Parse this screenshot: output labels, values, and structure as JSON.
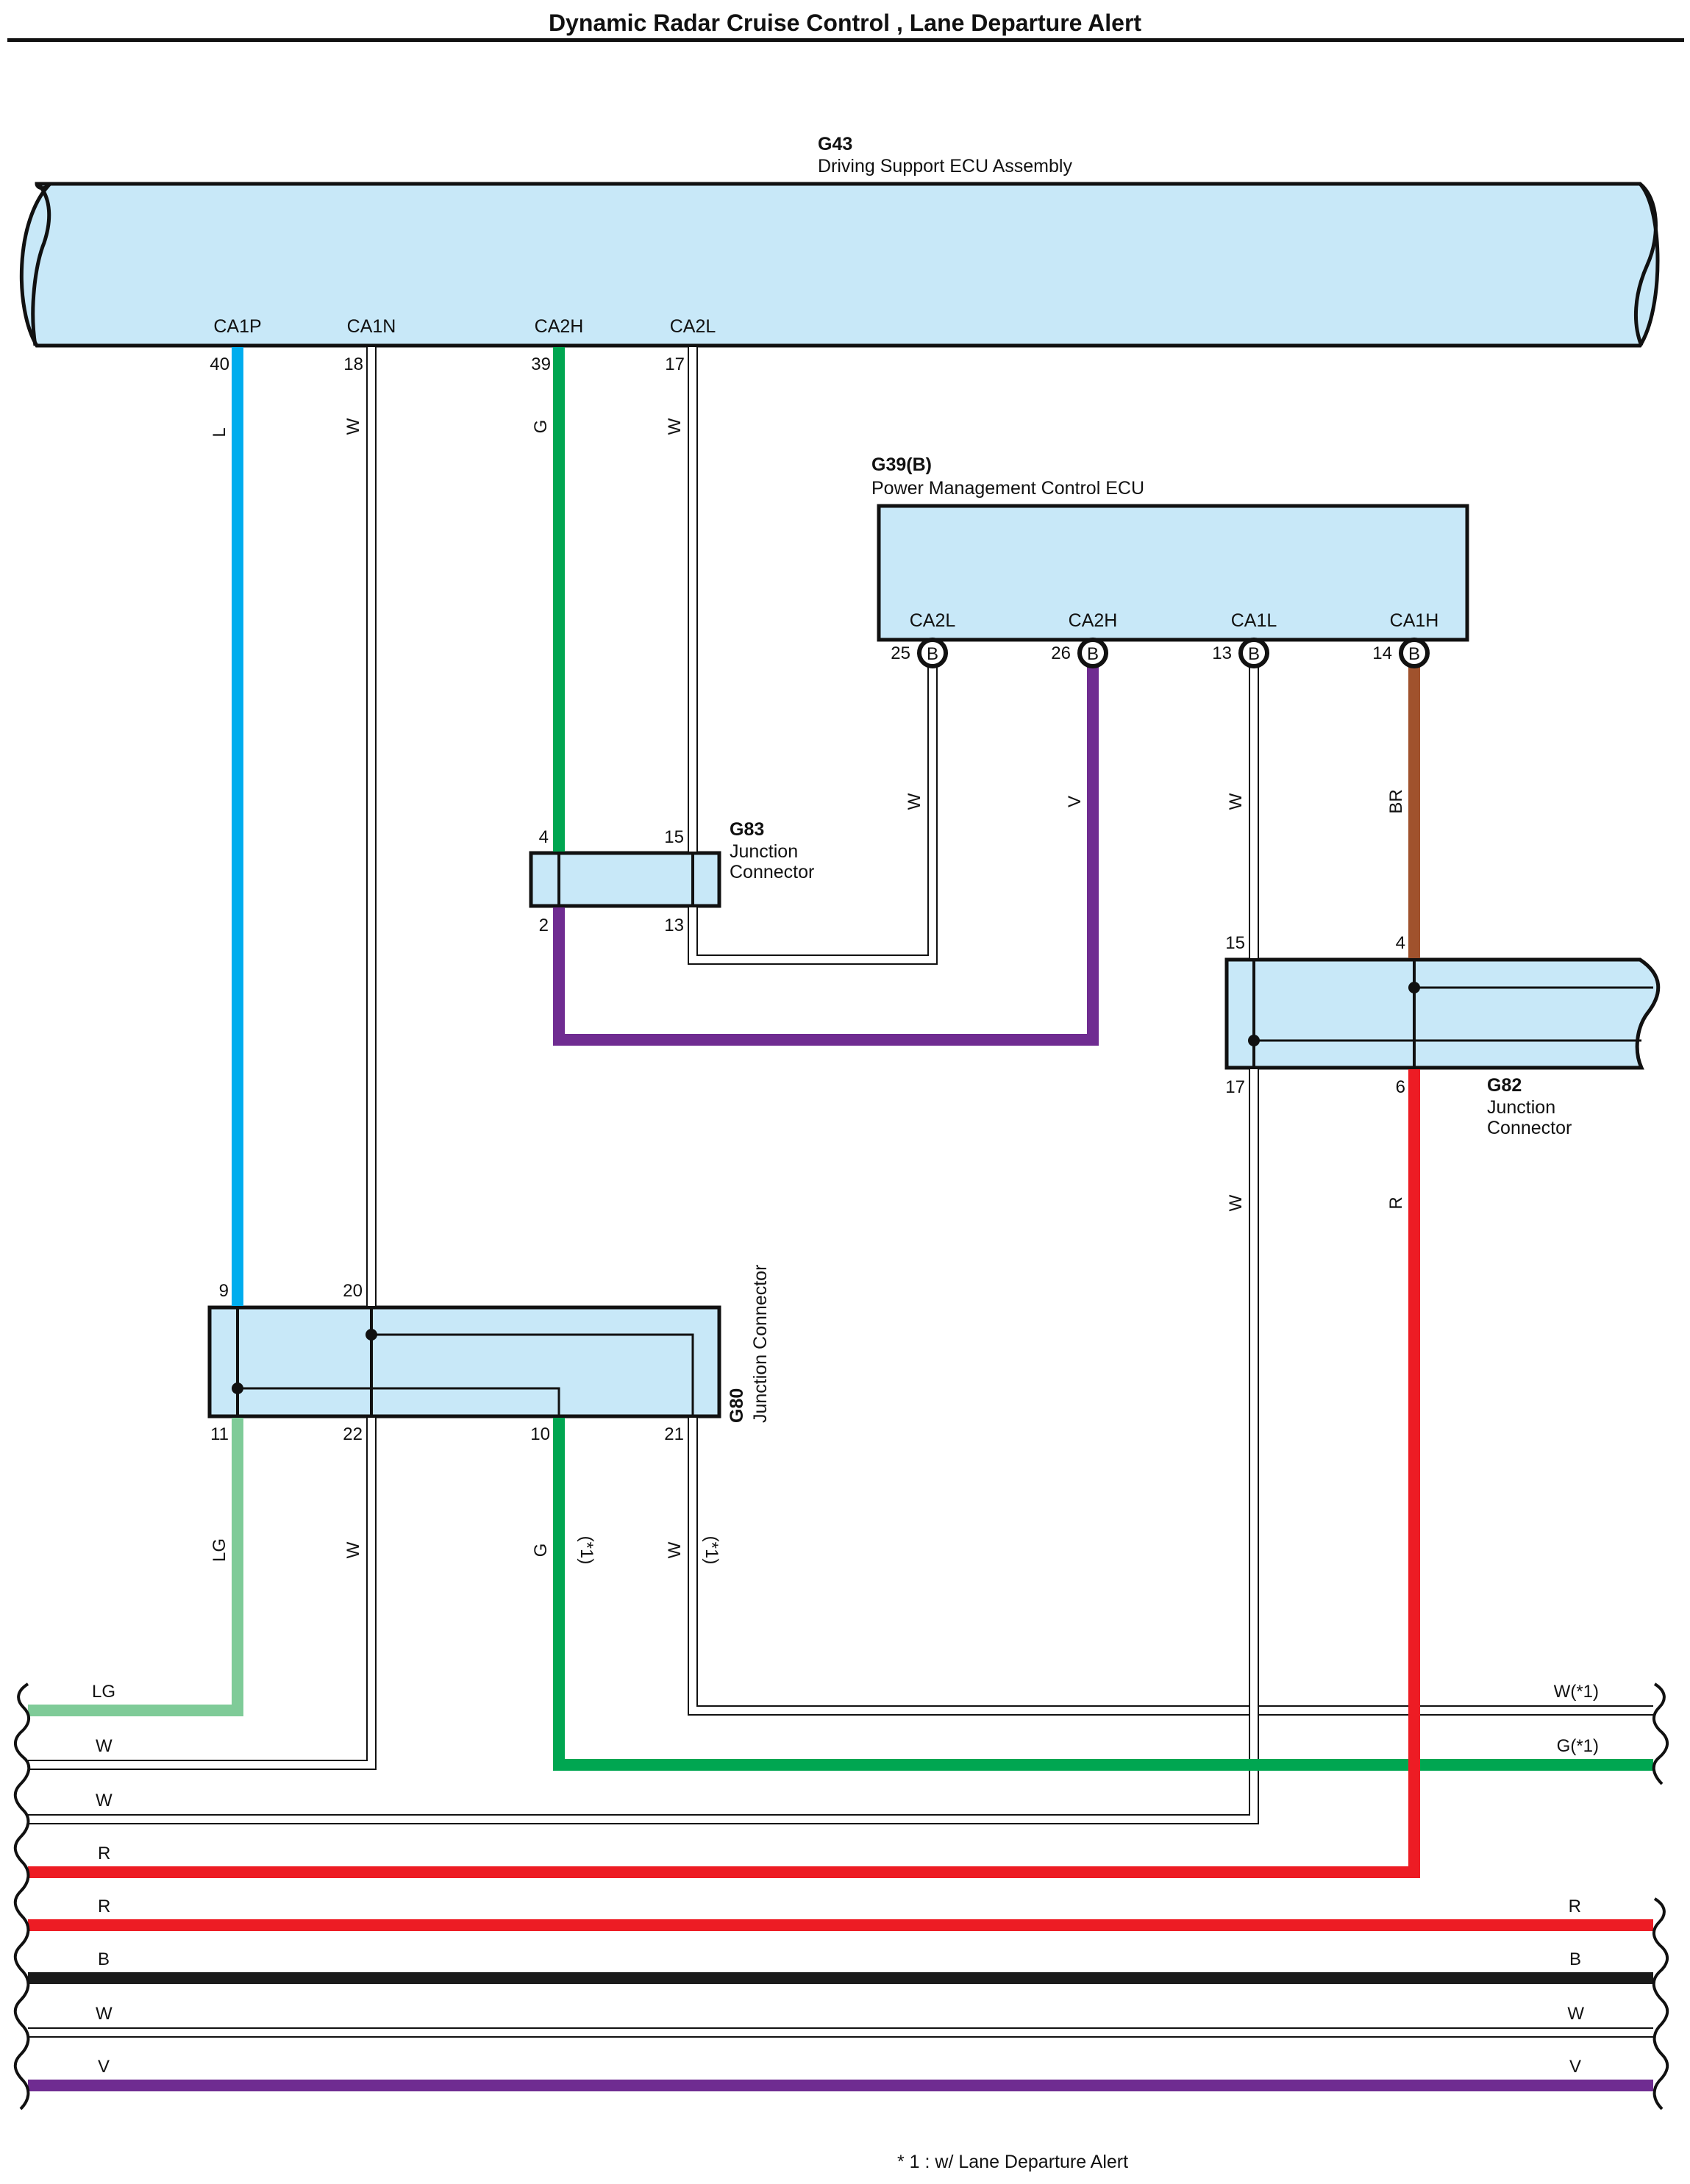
{
  "title": "Dynamic Radar Cruise Control , Lane Departure Alert",
  "colors": {
    "box_fill": "#c8e8f8",
    "L": "#00adee",
    "G": "#00a651",
    "V": "#6f2c91",
    "BR": "#a0522d",
    "R": "#ed1c24",
    "LG": "#7fcb98",
    "B": "#1a1a1a",
    "W": "#ffffff"
  },
  "components": {
    "g43": {
      "code": "G43",
      "name": "Driving Support ECU Assembly",
      "terminals": [
        {
          "name": "CA1P",
          "pin": "40"
        },
        {
          "name": "CA1N",
          "pin": "18"
        },
        {
          "name": "CA2H",
          "pin": "39"
        },
        {
          "name": "CA2L",
          "pin": "17"
        }
      ]
    },
    "g39": {
      "code": "G39(B)",
      "name": "Power Management Control ECU",
      "terminals": [
        {
          "name": "CA2L",
          "pin": "25",
          "conn": "B"
        },
        {
          "name": "CA2H",
          "pin": "26",
          "conn": "B"
        },
        {
          "name": "CA1L",
          "pin": "13",
          "conn": "B"
        },
        {
          "name": "CA1H",
          "pin": "14",
          "conn": "B"
        }
      ]
    },
    "g83": {
      "code": "G83",
      "name_line1": "Junction",
      "name_line2": "Connector",
      "pins": {
        "tl": "4",
        "tr": "15",
        "bl": "2",
        "br": "13"
      }
    },
    "g82": {
      "code": "G82",
      "name_line1": "Junction",
      "name_line2": "Connector",
      "pins": {
        "tl": "15",
        "tr": "4",
        "bl": "17",
        "br": "6"
      }
    },
    "g80": {
      "code": "G80",
      "name": "Junction Connector",
      "pins": {
        "t1": "9",
        "t2": "20",
        "b1": "11",
        "b2": "22",
        "b3": "10",
        "b4": "21"
      }
    }
  },
  "wire_labels": {
    "w40": "L",
    "w18": "W",
    "w39": "G",
    "w17": "W",
    "g39_25": "W",
    "g39_26": "V",
    "g39_13": "W",
    "g39_14": "BR",
    "g82_17": "W",
    "g82_6": "R",
    "g80_11": "LG",
    "g80_22": "W",
    "g80_10": "G",
    "g80_21": "W",
    "opt1": "(*1)",
    "opt2": "(*1)"
  },
  "bus_labels": {
    "left": [
      "LG",
      "W",
      "W",
      "R",
      "R",
      "B",
      "W",
      "V"
    ],
    "right_w1": "W(*1)",
    "right_g1": "G(*1)",
    "right": [
      "R",
      "B",
      "W",
      "V"
    ]
  },
  "footnote": "* 1 : w/ Lane Departure Alert"
}
